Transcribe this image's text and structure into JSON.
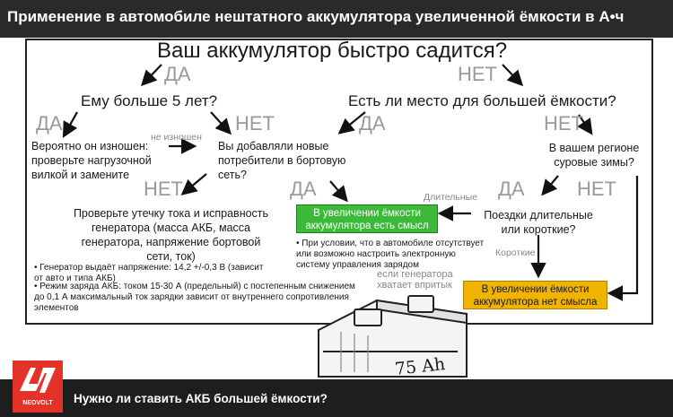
{
  "header": {
    "title": "Применение в автомобиле нештатного аккумулятора увеличенной ёмкости в А•ч"
  },
  "flow": {
    "question_main": "Ваш аккумулятор быстро садится?",
    "yes1": "ДА",
    "no1": "НЕТ",
    "q_age": "Ему больше 5 лет?",
    "q_space": "Есть ли место для большей ёмкости?",
    "yes_age": "ДА",
    "no_age": "НЕТ",
    "yes_space": "ДА",
    "no_space": "НЕТ",
    "worn_out": "Вероятно он изношен: проверьте нагрузочной вилкой и замените",
    "not_worn": "не изношен",
    "q_consumers": "Вы добавляли новые потребители в бортовую сеть?",
    "q_winter": "В вашем регионе суровые зимы?",
    "no_consumers": "НЕТ",
    "yes_consumers": "ДА",
    "yes_winter": "ДА",
    "no_winter": "НЕТ",
    "check_leak": "Проверьте утечку тока и исправность генератора (масса АКБ, масса генератора, напряжение бортовой сети, ток)",
    "long_label": "Длительные",
    "q_trips": "Поездки длительные или короткие?",
    "short_label": "Короткие",
    "green_box": "В увеличении ёмкости аккумулятора есть смысл",
    "orange_box": "В увеличении ёмкости аккумулятора нет смысла",
    "condition_note": "• При условии, что в автомобиле отсутствует или возможно настроить электронную систему управления зарядом",
    "generator_note": "если генератора хватает впритык",
    "notes": [
      "• Генератор выдаёт напряжение: 14,2 +/-0,3 В (зависит от авто и типа АКБ)",
      "• Режим заряда АКБ: током 15-30 А (предельный) с постепенным снижением до 0,1 А максимальный ток зарядки зависит от внутреннего сопротивления элементов"
    ]
  },
  "battery": {
    "label": "75 Ah"
  },
  "footer": {
    "text": "Нужно ли ставить АКБ большей ёмкости?",
    "logo_text": "NEOVOLT"
  },
  "colors": {
    "green": "#3db93a",
    "orange": "#f0b400",
    "logo": "#e53228",
    "header": "#2a2a2a"
  }
}
